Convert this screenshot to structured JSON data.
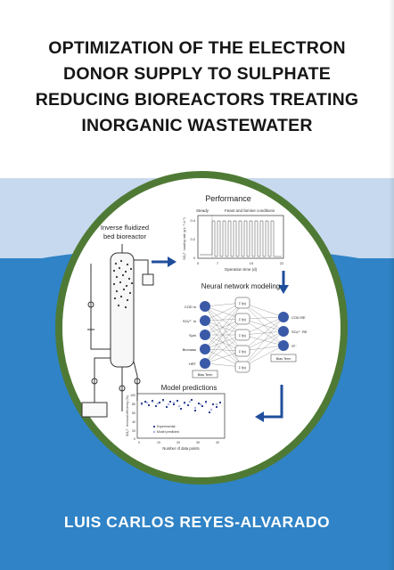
{
  "book": {
    "title_lines": [
      "OPTIMIZATION OF THE ELECTRON",
      "DONOR SUPPLY TO SULPHATE",
      "REDUCING BIOREACTORS TREATING",
      "INORGANIC WASTEWATER"
    ],
    "author": "LUIS CARLOS REYES-ALVARADO"
  },
  "colors": {
    "ring": "#4f7a35",
    "band_blue": "#2f83c6",
    "band_light": "#c7d9ee",
    "arrow": "#1f4e9c",
    "node": "#3a5aa8"
  },
  "figure": {
    "reactor_label_1": "Inverse fluidized",
    "reactor_label_2": "bed bioreactor",
    "performance_title": "Performance",
    "perf_steady": "Steady",
    "perf_feast": "Feast and famine conditions",
    "perf_ylabel": "SO₄²⁻ loading rate (g·L⁻¹·d⁻¹)",
    "perf_xlabel": "Operation time (d)",
    "perf_y_ticks": [
      "0.4",
      "0.2",
      "0"
    ],
    "perf_x_ticks": [
      "0",
      "7",
      "10",
      "22"
    ],
    "nn_title": "Neural network modeling",
    "nn_inputs": [
      "COD in",
      "SO₄²⁻ in",
      "Spin",
      "Biomass",
      "HRT"
    ],
    "nn_outputs": [
      "COD RE",
      "SO₄²⁻ RE",
      "S²⁻"
    ],
    "nn_hidden": [
      "Σ f(x)",
      "Σ f(x)",
      "Σ f(x)",
      "Σ f(x)",
      "Σ f(x)"
    ],
    "bias_left": "Bias Term",
    "bias_right": "Bias Term",
    "pred_title": "Model predictions",
    "pred_ylabel": "SO₄²⁻ removal efficiency (%)",
    "pred_xlabel": "Number of data points",
    "pred_y_ticks": [
      "100",
      "80",
      "60",
      "40",
      "20",
      "0"
    ],
    "pred_x_ticks": [
      "0",
      "10",
      "20",
      "30",
      "40"
    ],
    "legend_experimental": "Experimental",
    "legend_predicted": "Model predicted"
  }
}
